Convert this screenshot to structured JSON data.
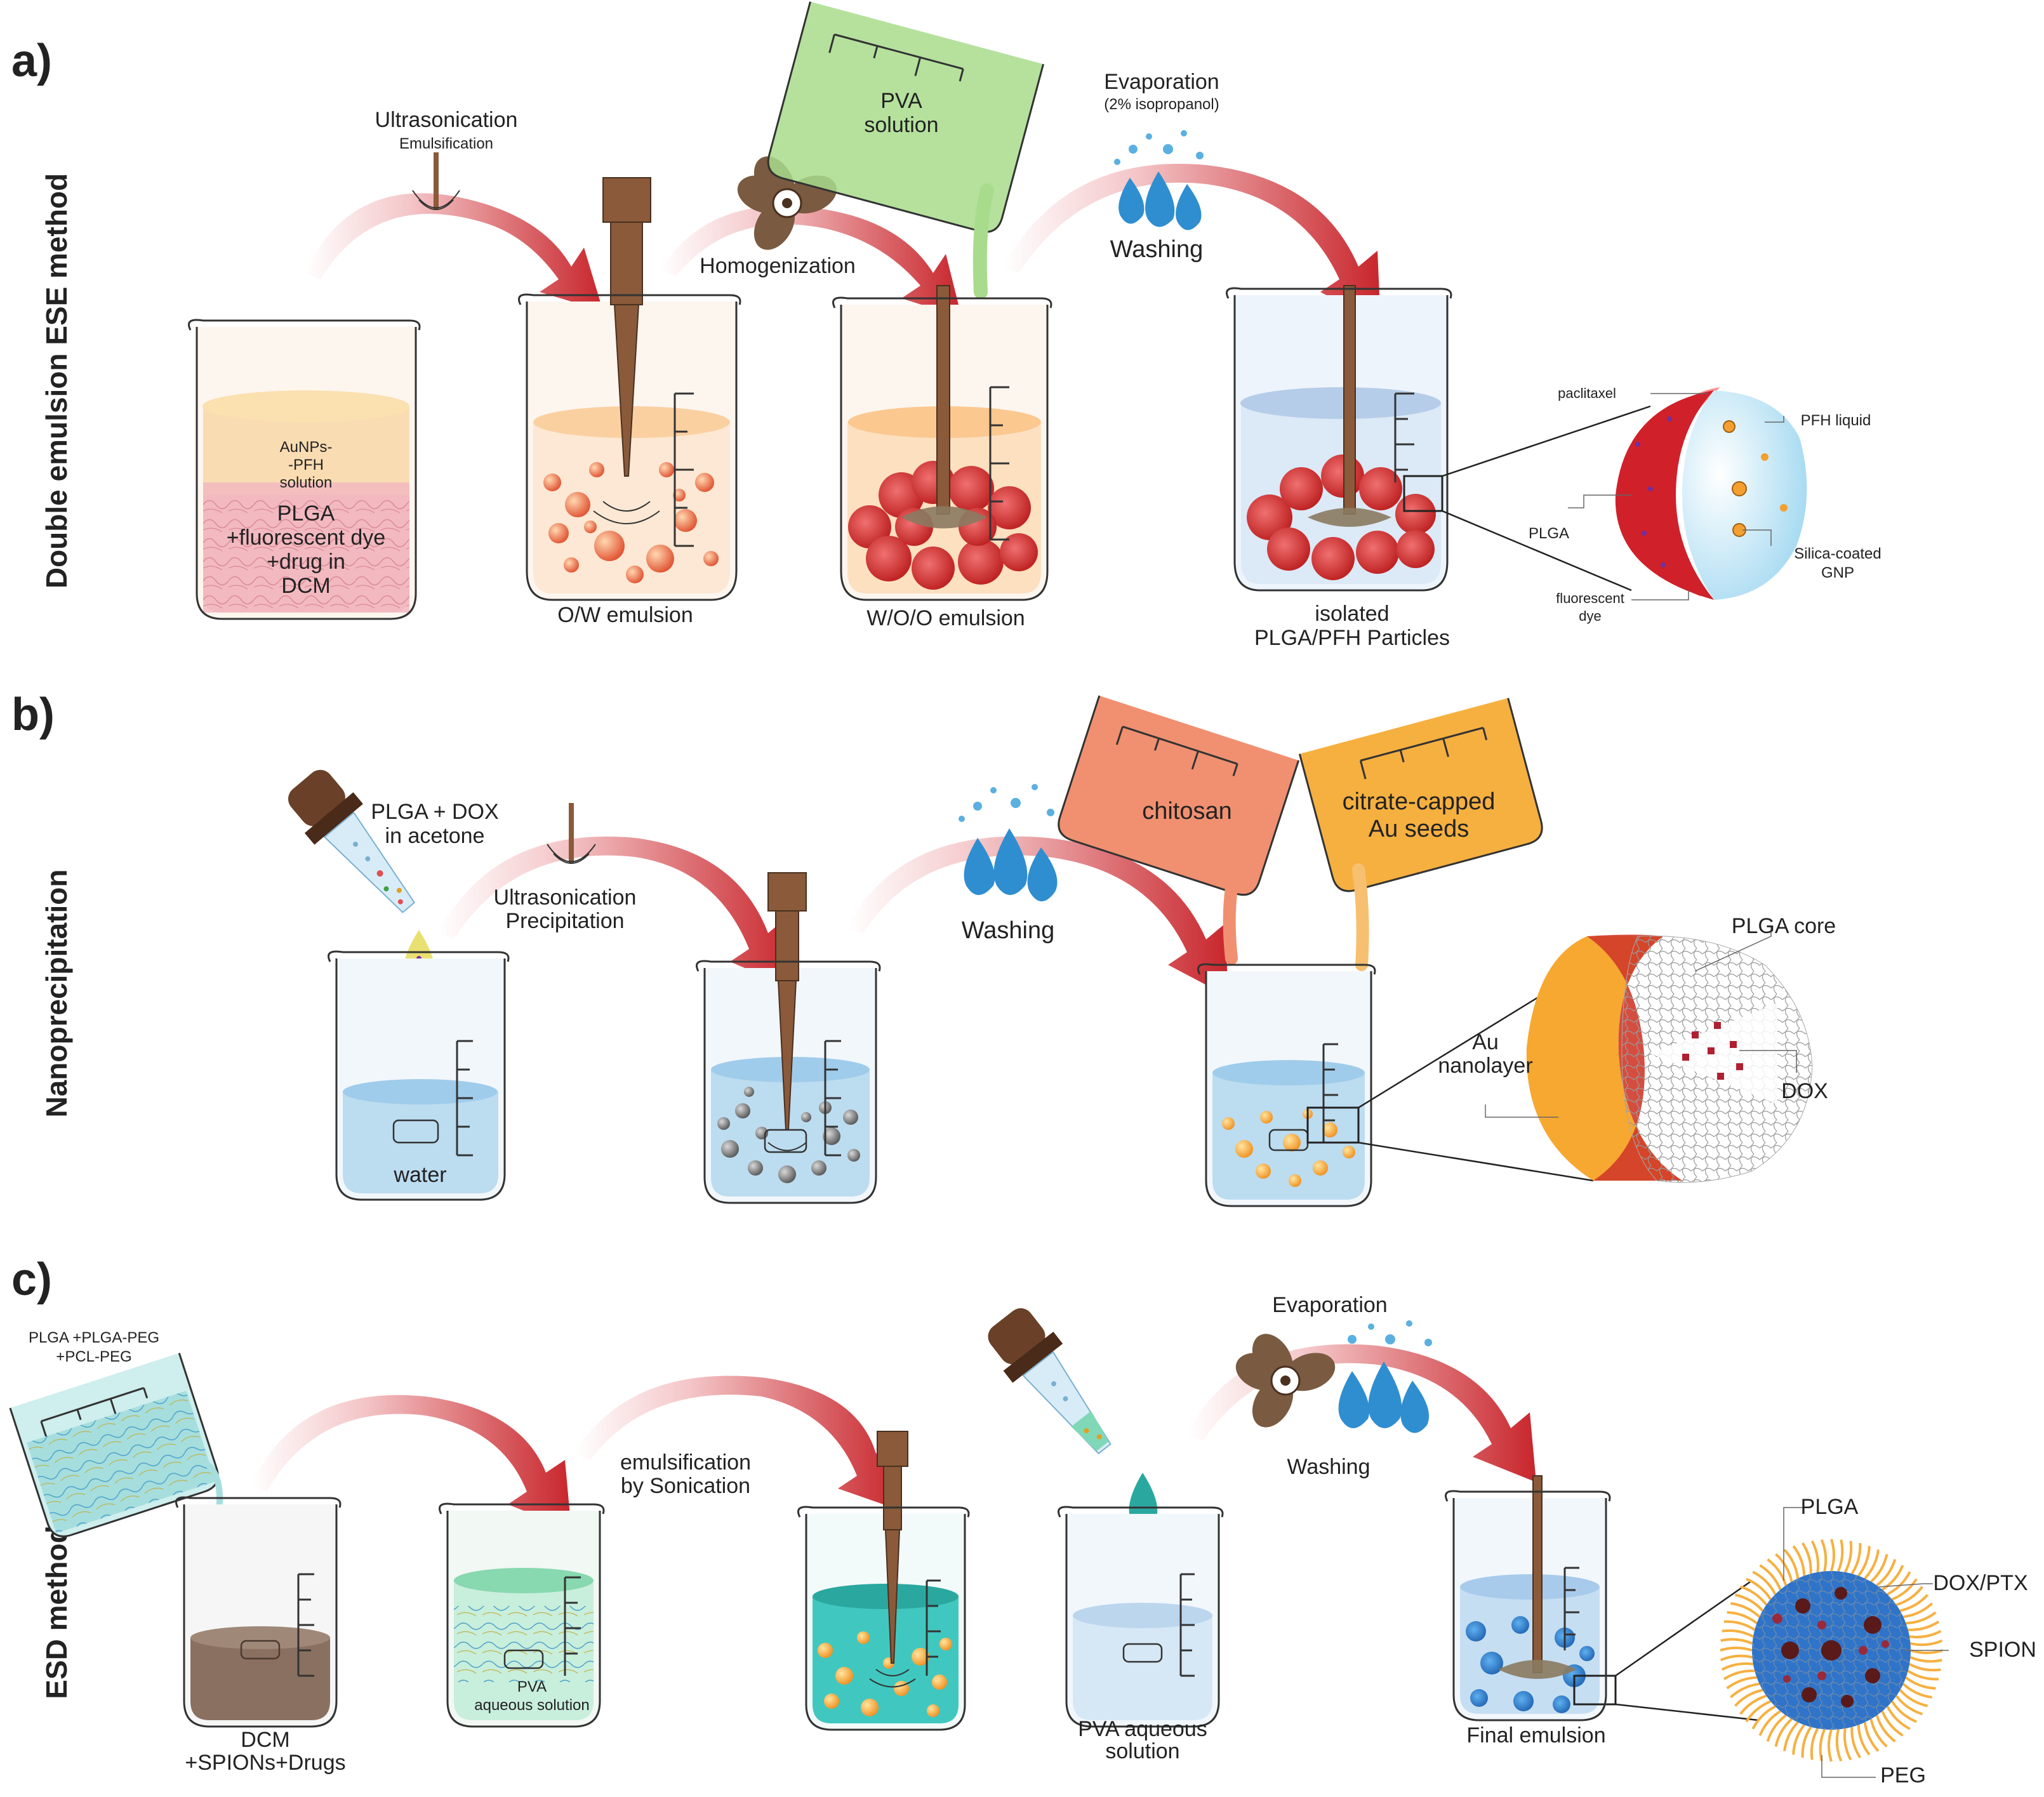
{
  "panels": {
    "a": {
      "letter": "a)",
      "method": "Double emulsion ESE method",
      "steps": {
        "ultrasonication": "Ultrasonication",
        "emulsification": "Emulsification",
        "pva_solution_line1": "PVA",
        "pva_solution_line2": "solution",
        "homogenization": "Homogenization",
        "evaporation": "Evaporation",
        "isopropanol": "(2% isopropanol)",
        "washing": "Washing"
      },
      "beaker1": {
        "top_line1": "AuNPs-",
        "top_line2": "-PFH",
        "top_line3": "solution",
        "bottom_line1": "PLGA",
        "bottom_line2": "+fluorescent dye",
        "bottom_line3": "+drug in",
        "bottom_line4": "DCM"
      },
      "beaker2_caption": "O/W emulsion",
      "beaker3_caption": "W/O/O emulsion",
      "beaker4_caption_line1": "isolated",
      "beaker4_caption_line2": "PLGA/PFH Particles",
      "particle_labels": {
        "paclitaxel": "paclitaxel",
        "pfh_liquid": "PFH liquid",
        "plga": "PLGA",
        "silica_line1": "Silica-coated",
        "silica_line2": "GNP",
        "dye_line1": "fluorescent",
        "dye_line2": "dye"
      }
    },
    "b": {
      "letter": "b)",
      "method": "Nanoprecipitation",
      "steps": {
        "plga_dox_line1": "PLGA + DOX",
        "plga_dox_line2": "in acetone",
        "ultrasonication": "Ultrasonication",
        "precipitation": "Precipitation",
        "washing": "Washing",
        "chitosan": "chitosan",
        "citrate_line1": "citrate-capped",
        "citrate_line2": "Au seeds"
      },
      "beaker1_caption": "water",
      "particle_labels": {
        "plga_core": "PLGA core",
        "au_line1": "Au",
        "au_line2": "nanolayer",
        "dox": "DOX"
      }
    },
    "c": {
      "letter": "c)",
      "method": "ESD method",
      "steps": {
        "polymers_line1": "PLGA +PLGA-PEG",
        "polymers_line2": "+PCL-PEG",
        "emulsification_line1": "emulsification",
        "emulsification_line2": "by Sonication",
        "evaporation": "Evaporation",
        "washing": "Washing"
      },
      "beaker1_line1": "DCM",
      "beaker1_line2": "+SPIONs+Drugs",
      "beaker2_line1": "PVA",
      "beaker2_line2": "aqueous solution",
      "beaker4_line1": "PVA aqueous",
      "beaker4_line2": "solution",
      "beaker5_caption": "Final emulsion",
      "particle_labels": {
        "plga": "PLGA",
        "dox_ptx": "DOX/PTX",
        "spion": "SPION",
        "peg": "PEG"
      }
    }
  },
  "colors": {
    "arrow_red": "#c8262c",
    "plga_pink": "#f2b8c0",
    "aunps_peach": "#fbe0b0",
    "droplet_orange": "#f07a52",
    "particle_red": "#d82a2a",
    "water_blue": "#bcdcf0",
    "pva_green": "#a8dc8c",
    "chitosan_salmon": "#f09070",
    "au_orange": "#f6b040",
    "dcm_brown": "#8a7060",
    "teal": "#40c8c0",
    "plga_blue": "#3c8cd8",
    "probe_brown": "#8a5a3a"
  },
  "icons": [
    "propeller-icon",
    "water-drops-icon",
    "dropper-icon",
    "ultrasonic-probe-icon",
    "pouring-beaker-icon"
  ]
}
